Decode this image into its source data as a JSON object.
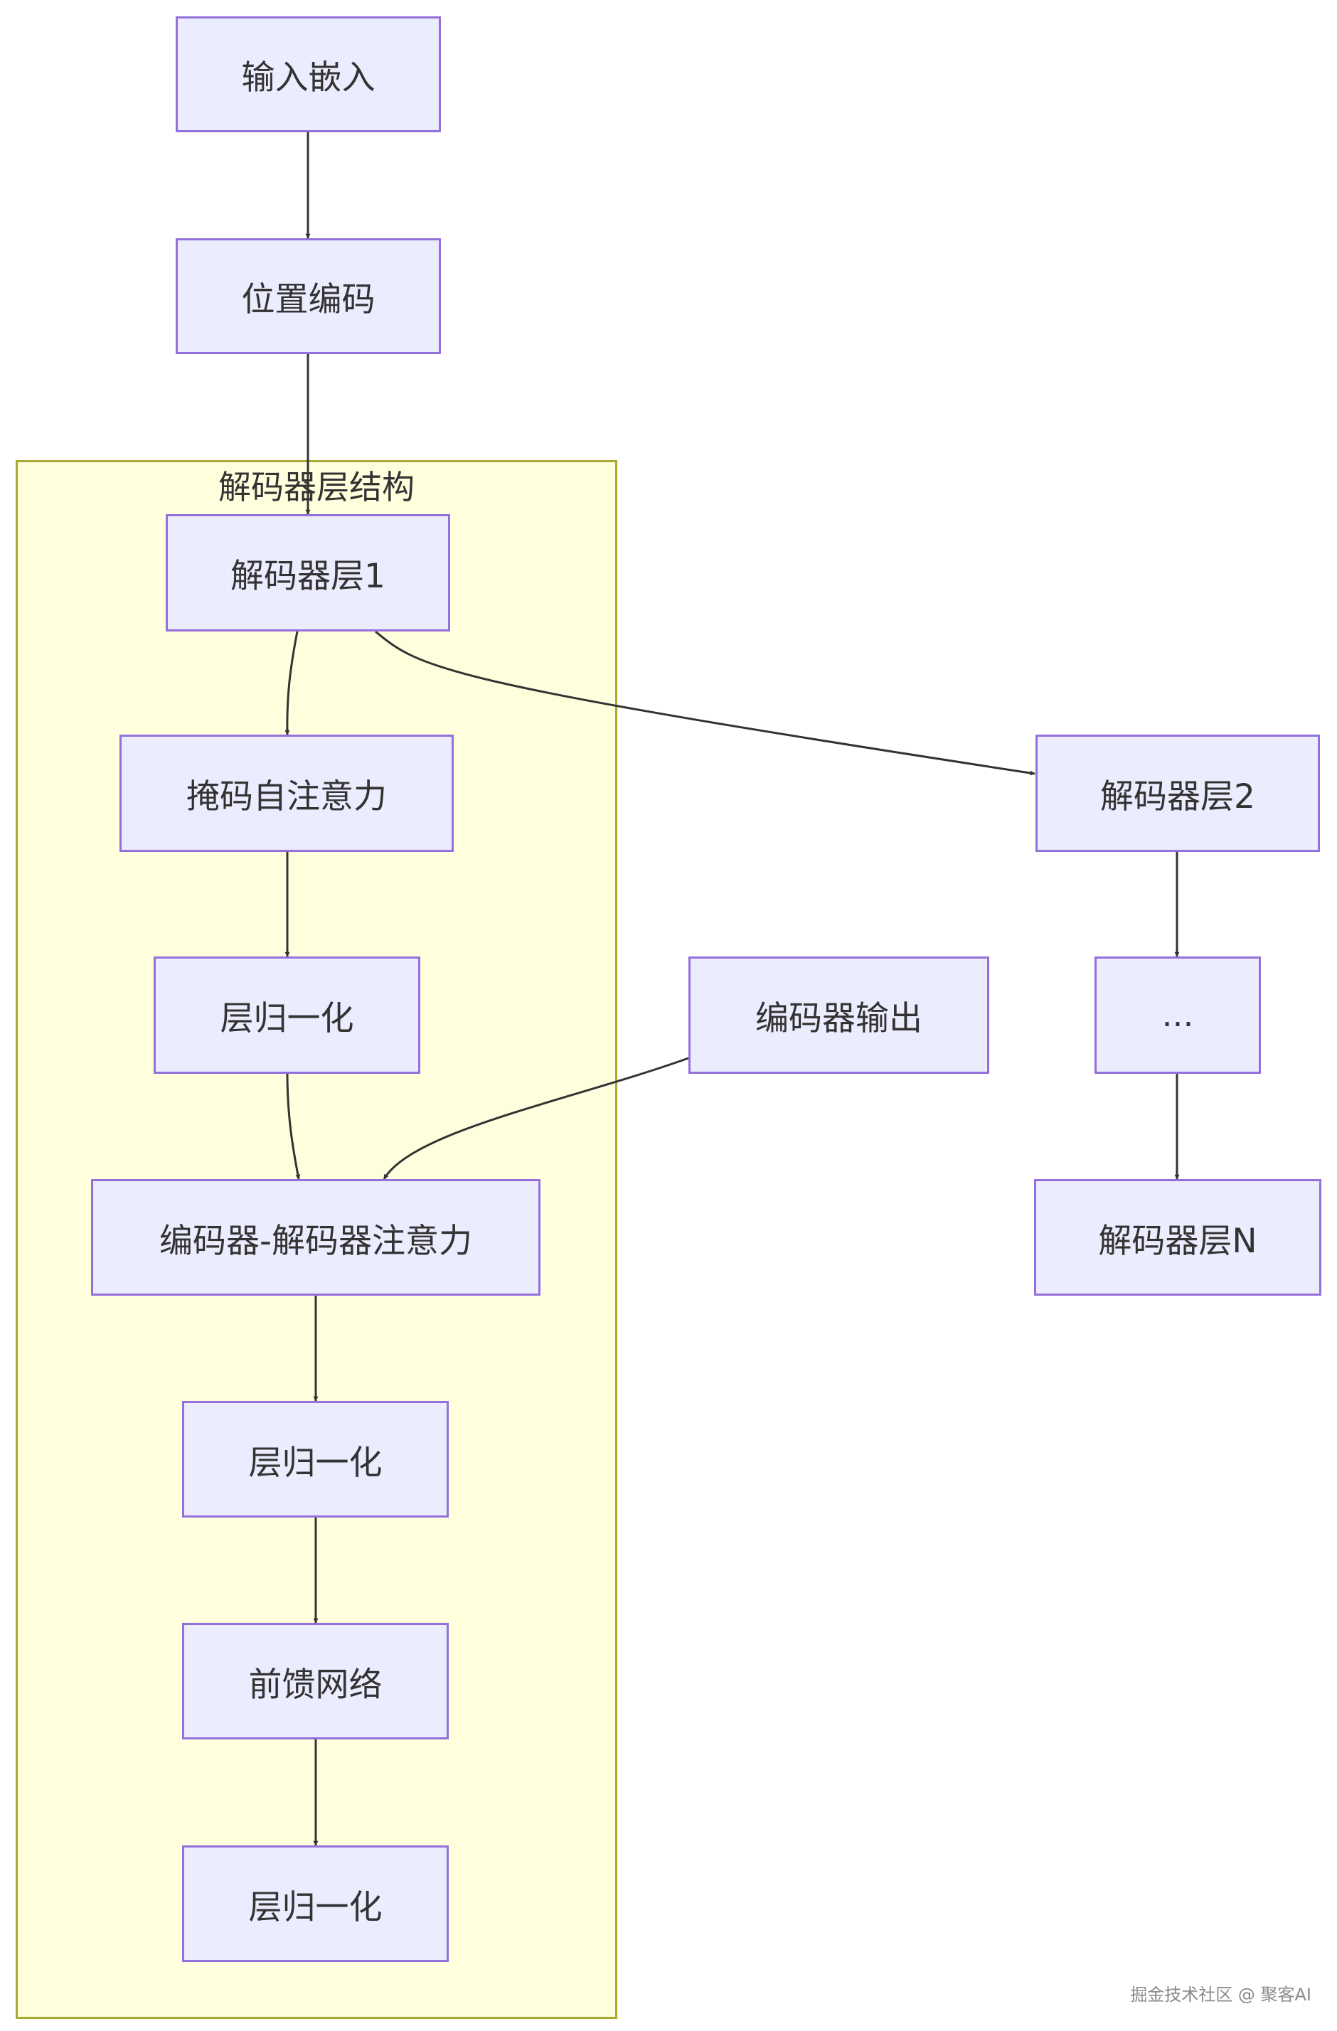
{
  "diagram": {
    "cluster": {
      "title": "解码器层结构"
    },
    "nodes": {
      "input_embedding": "输入嵌入",
      "positional_encoding": "位置编码",
      "decoder_layer_1": "解码器层1",
      "masked_self_attention": "掩码自注意力",
      "layer_norm_1": "层归一化",
      "encoder_decoder_attention": "编码器-解码器注意力",
      "layer_norm_2": "层归一化",
      "feed_forward": "前馈网络",
      "layer_norm_3": "层归一化",
      "encoder_output": "编码器输出",
      "decoder_layer_2": "解码器层2",
      "ellipsis": "...",
      "decoder_layer_n": "解码器层N"
    },
    "edges": [
      {
        "from": "input_embedding",
        "to": "positional_encoding"
      },
      {
        "from": "positional_encoding",
        "to": "decoder_layer_1"
      },
      {
        "from": "decoder_layer_1",
        "to": "masked_self_attention"
      },
      {
        "from": "decoder_layer_1",
        "to": "decoder_layer_2"
      },
      {
        "from": "masked_self_attention",
        "to": "layer_norm_1"
      },
      {
        "from": "layer_norm_1",
        "to": "encoder_decoder_attention"
      },
      {
        "from": "encoder_output",
        "to": "encoder_decoder_attention"
      },
      {
        "from": "encoder_decoder_attention",
        "to": "layer_norm_2"
      },
      {
        "from": "layer_norm_2",
        "to": "feed_forward"
      },
      {
        "from": "feed_forward",
        "to": "layer_norm_3"
      },
      {
        "from": "decoder_layer_2",
        "to": "ellipsis"
      },
      {
        "from": "ellipsis",
        "to": "decoder_layer_n"
      }
    ],
    "colors": {
      "node_fill": "#ececff",
      "node_border": "#9370db",
      "cluster_fill": "#ffffde",
      "cluster_border": "#aaaa33",
      "edge": "#333333",
      "text": "#333333"
    }
  },
  "watermark": "掘金技术社区 @ 聚客AI"
}
